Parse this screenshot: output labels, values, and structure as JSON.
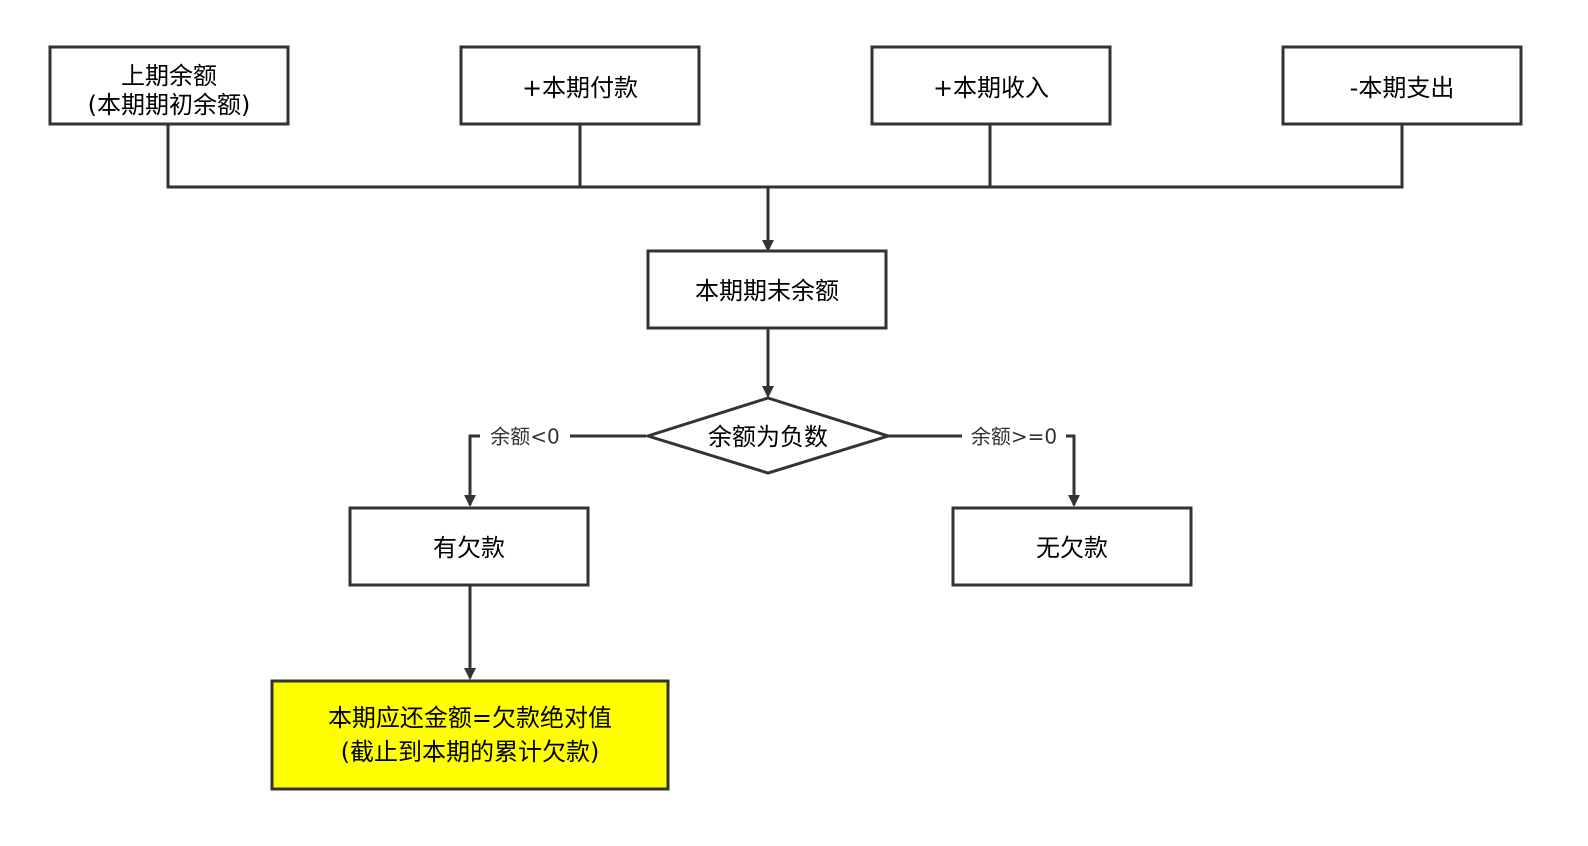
{
  "nodes": {
    "prev_balance": {
      "line1": "上期余额",
      "line2": "(本期期初余额)"
    },
    "payment": {
      "label": "+本期付款"
    },
    "income": {
      "label": "+本期收入"
    },
    "expense": {
      "label": "-本期支出"
    },
    "end_balance": {
      "label": "本期期末余额"
    },
    "decision": {
      "label": "余额为负数"
    },
    "has_debt": {
      "label": "有欠款"
    },
    "no_debt": {
      "label": "无欠款"
    },
    "repay": {
      "line1": "本期应还金额=欠款绝对值",
      "line2": "(截止到本期的累计欠款)"
    }
  },
  "edges": {
    "negative": {
      "label": "余额<0"
    },
    "non_negative": {
      "label": "余额>=0"
    }
  },
  "colors": {
    "stroke": "#333333",
    "highlight_fill": "#ffff00",
    "edge_label": "#333333"
  }
}
